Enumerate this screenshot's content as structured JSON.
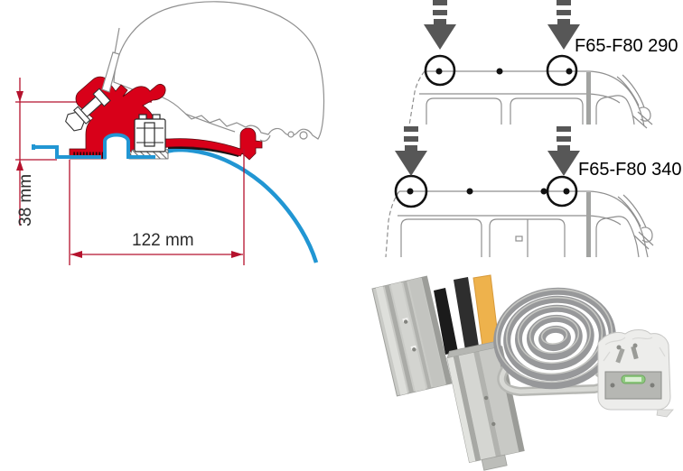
{
  "cross_section": {
    "height_dim": "38 mm",
    "width_dim": "122 mm",
    "colors": {
      "bracket": "#d80019",
      "rail": "#2196d3",
      "dimension": "#b5122d",
      "van_outline": "#8f8f8f"
    }
  },
  "roof_views": {
    "arrow_color": "#575757",
    "vans": [
      {
        "label": "F65-F80 290",
        "mount_points": 3
      },
      {
        "label": "F65-F80 340",
        "mount_points": 4
      }
    ]
  },
  "kit": {
    "colors": {
      "aluminum": "#c9cac6",
      "strip_black": "#1b1b1b",
      "strip_dark": "#2e2e2e",
      "strip_yellow": "#eeb24c",
      "seal_gray": "#97989a"
    }
  }
}
